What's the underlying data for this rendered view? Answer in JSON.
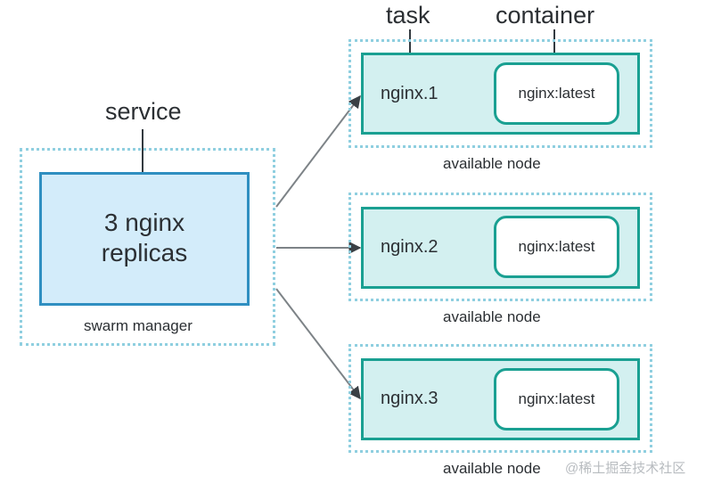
{
  "callouts": {
    "service": "service",
    "task": "task",
    "container": "container"
  },
  "manager": {
    "service_text_line1": "3 nginx",
    "service_text_line2": "replicas",
    "caption": "swarm manager"
  },
  "nodes": [
    {
      "task": "nginx.1",
      "container": "nginx:latest",
      "caption": "available node"
    },
    {
      "task": "nginx.2",
      "container": "nginx:latest",
      "caption": "available node"
    },
    {
      "task": "nginx.3",
      "container": "nginx:latest",
      "caption": "available node"
    }
  ],
  "watermark": "@稀土掘金技术社区",
  "colors": {
    "dotted_border": "#8fcfe0",
    "service_fill": "#d3ecfa",
    "service_border": "#2f8fc1",
    "node_fill": "#d3f0f0",
    "node_border": "#1aa092",
    "arrow": "#7d8387"
  }
}
